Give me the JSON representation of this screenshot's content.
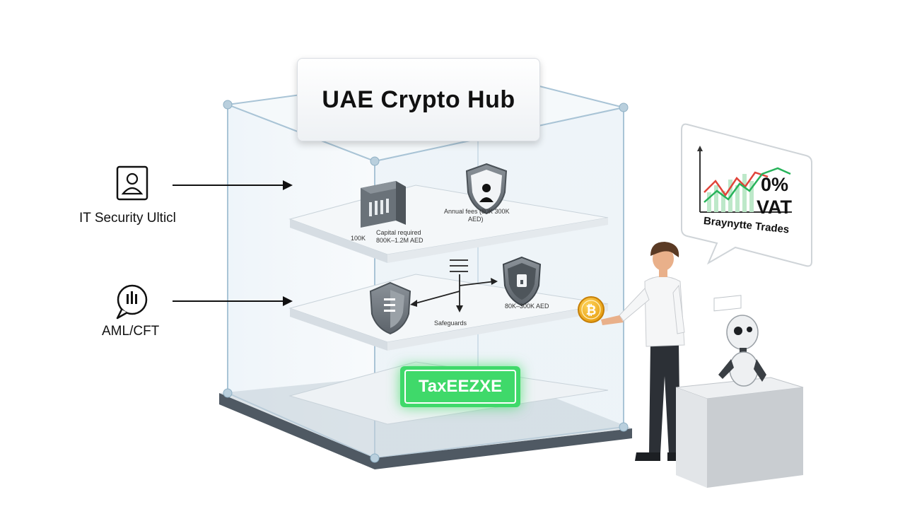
{
  "title": "UAE Crypto Hub",
  "left_items": [
    {
      "label": "IT Security Ulticl",
      "icon": "user-badge-icon"
    },
    {
      "label": "AML/CFT",
      "icon": "chat-bars-icon"
    }
  ],
  "shelf1": {
    "left_label_line1": "100K",
    "left_label_line2": "Capital required",
    "left_label_line3": "800K–1.2M AED",
    "right_label_line1": "Annual fees (80K 300K",
    "right_label_line2": "AED)"
  },
  "shelf2": {
    "center_label": "Safeguards",
    "right_label": "80K–300K AED"
  },
  "tax_badge": "TaxEEZXE",
  "callout": {
    "big_line1": "0%",
    "big_line2": "VAT",
    "caption": "Braynytte Trades"
  },
  "colors": {
    "glass_edge": "#a9c4d6",
    "glow_green": "#3fd96a",
    "chart_red": "#e0443a",
    "chart_green": "#27b35a",
    "coin": "#f2a516"
  }
}
